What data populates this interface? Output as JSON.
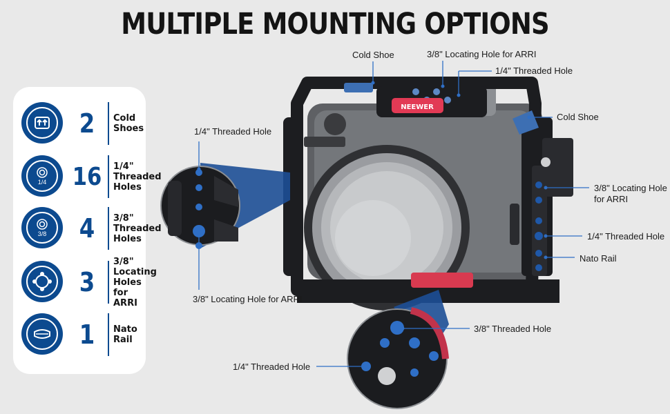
{
  "title": "MULTIPLE MOUNTING OPTIONS",
  "brand": "NEEWER",
  "colors": {
    "accent_blue": "#0c4a8f",
    "brand_red": "#e23a55",
    "background": "#e9e9e9"
  },
  "features": [
    {
      "icon": "cold-shoe-icon",
      "count": "2",
      "label": "Cold\nShoes"
    },
    {
      "icon": "quarter-inch-thread-icon",
      "icon_text": "1/4",
      "count": "16",
      "label": "1/4\"\nThreaded\nHoles"
    },
    {
      "icon": "three-eighths-thread-icon",
      "icon_text": "3/8",
      "count": "4",
      "label": "3/8\"\nThreaded\nHoles"
    },
    {
      "icon": "locating-holes-icon",
      "count": "3",
      "label": "3/8\"\nLocating\nHoles for\nARRI"
    },
    {
      "icon": "nato-rail-icon",
      "count": "1",
      "label": "Nato\nRail"
    }
  ],
  "callouts": {
    "cold_shoe_top": "Cold Shoe",
    "locating_arri_top": "3/8\" Locating Hole for ARRI",
    "threaded_top": "1/4\" Threaded Hole",
    "cold_shoe_right": "Cold Shoe",
    "side_threaded": "1/4\" Threaded Hole",
    "right_locating": "3/8\" Locating Hole\nfor ARRI",
    "right_threaded": "1/4\" Threaded Hole",
    "nato_rail": "Nato Rail",
    "side_locating": "3/8\" Locating Hole for ARRI",
    "bottom_threaded_38": "3/8\" Threaded Hole",
    "bottom_threaded_14": "1/4\" Threaded Hole"
  }
}
